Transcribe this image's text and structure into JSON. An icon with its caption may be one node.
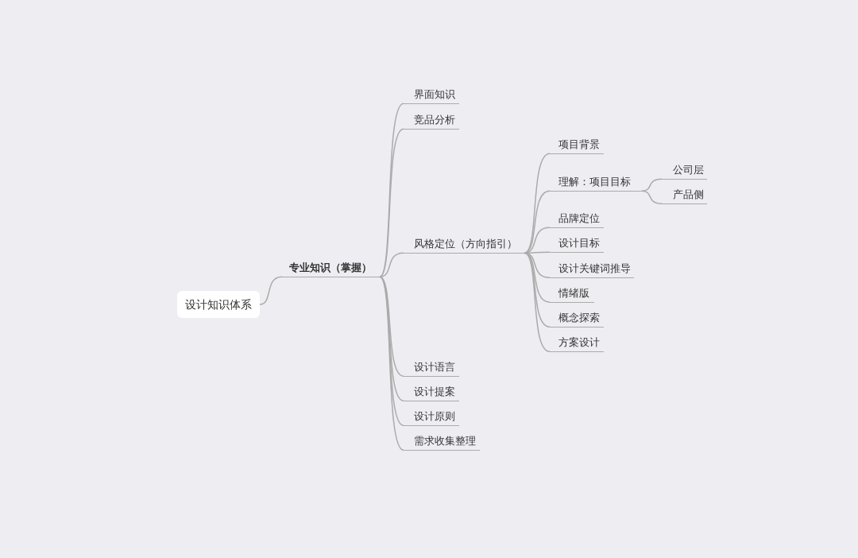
{
  "diagram": {
    "nodes": [
      {
        "text": [
          "设计知识体系"
        ]
      },
      {
        "text": [
          "专业知识（掌握）"
        ]
      },
      {
        "text": [
          "界面知识"
        ]
      },
      {
        "text": [
          "竞品分析"
        ]
      },
      {
        "text": [
          "风格定位（方向指引）"
        ]
      },
      {
        "text": [
          "项目背景"
        ]
      },
      {
        "text": [
          "理解：项目目标"
        ]
      },
      {
        "text": [
          "公司层"
        ]
      },
      {
        "text": [
          "产品侧"
        ]
      },
      {
        "text": [
          "品牌定位"
        ]
      },
      {
        "text": [
          "设计目标"
        ]
      },
      {
        "text": [
          "设计关键词推导"
        ]
      },
      {
        "text": [
          "情绪版"
        ]
      },
      {
        "text": [
          "概念探索"
        ]
      },
      {
        "text": [
          "方案设计"
        ]
      },
      {
        "text": [
          "设计语言"
        ]
      },
      {
        "text": [
          "设计提案"
        ]
      },
      {
        "text": [
          "设计原则"
        ]
      },
      {
        "text": [
          "需求收集整理"
        ]
      }
    ],
    "edges": [
      {
        "from": 0,
        "to": 1,
        "arrow": "none"
      },
      {
        "from": 1,
        "to": 2,
        "arrow": "none"
      },
      {
        "from": 1,
        "to": 3,
        "arrow": "none"
      },
      {
        "from": 1,
        "to": 4,
        "arrow": "none"
      },
      {
        "from": 4,
        "to": 5,
        "arrow": "none"
      },
      {
        "from": 4,
        "to": 6,
        "arrow": "none"
      },
      {
        "from": 6,
        "to": 7,
        "arrow": "none"
      },
      {
        "from": 6,
        "to": 8,
        "arrow": "none"
      },
      {
        "from": 4,
        "to": 9,
        "arrow": "none"
      },
      {
        "from": 4,
        "to": 10,
        "arrow": "none"
      },
      {
        "from": 4,
        "to": 11,
        "arrow": "none"
      },
      {
        "from": 4,
        "to": 12,
        "arrow": "none"
      },
      {
        "from": 4,
        "to": 13,
        "arrow": "none"
      },
      {
        "from": 4,
        "to": 14,
        "arrow": "none"
      },
      {
        "from": 1,
        "to": 15,
        "arrow": "none"
      },
      {
        "from": 1,
        "to": 16,
        "arrow": "none"
      },
      {
        "from": 1,
        "to": 17,
        "arrow": "none"
      },
      {
        "from": 1,
        "to": 18,
        "arrow": "none"
      }
    ]
  }
}
